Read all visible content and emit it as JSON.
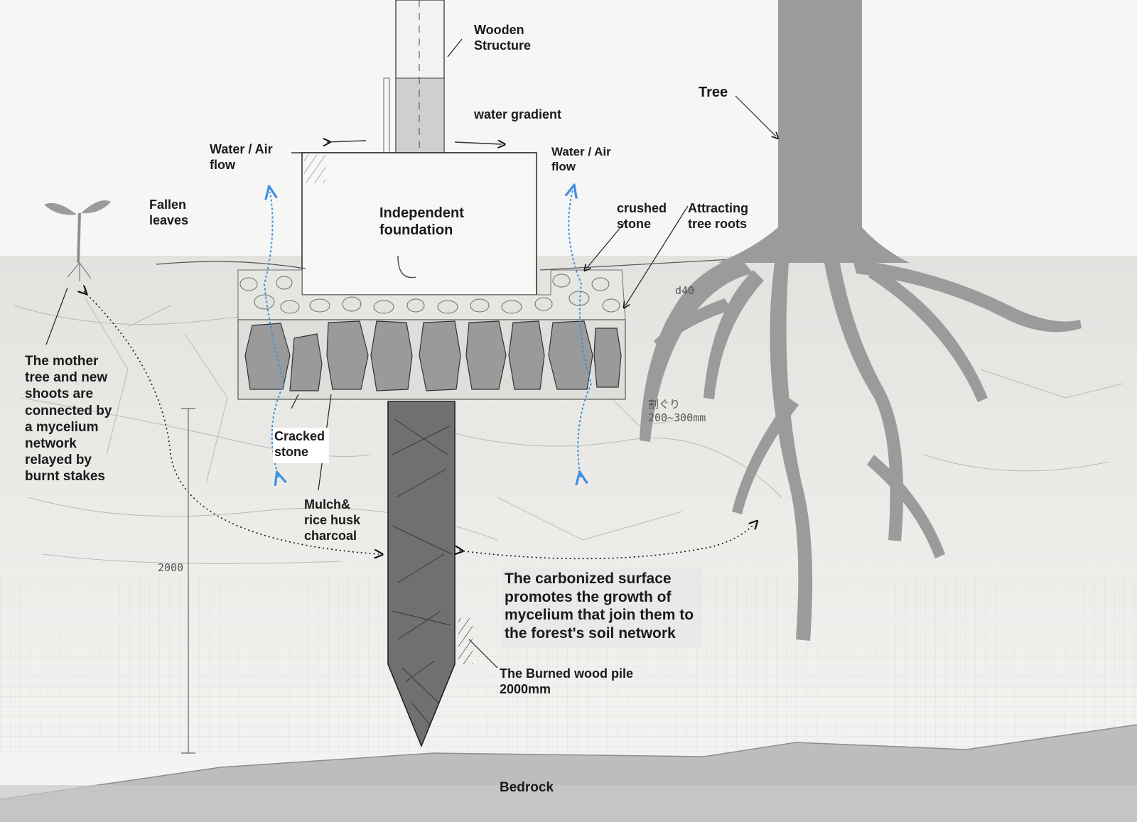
{
  "labels": {
    "wooden_structure": "Wooden\nStructure",
    "water_gradient": "water gradient",
    "tree": "Tree",
    "water_air_flow_left": "Water / Air\nflow",
    "water_air_flow_right": "Water / Air\nflow",
    "independent_foundation": "Independent\nfoundation",
    "fallen_leaves": "Fallen\nleaves",
    "crushed_stone": "crushed\nstone",
    "attracting_tree_roots": "Attracting\ntree roots",
    "mother_tree": "The mother\ntree and new\nshoots are\nconnected by\na mycelium\nnetwork\nrelayed by\nburnt stakes",
    "cracked_stone": "Cracked\nstone",
    "mulch": "Mulch&\nrice husk\ncharcoal",
    "carbonized_surface": "The carbonized surface\npromotes the growth of\nmycelium that join them to\nthe forest's soil network",
    "burned_wood_pile": "The Burned wood pile\n2000mm",
    "bedrock": "Bedrock"
  },
  "handwriting": {
    "dimension_left": "2000",
    "gravel_note": "割ぐり\n200~300mm",
    "depth_note": "d40"
  },
  "colors": {
    "soil": "#e6e5e2",
    "stone": "#9a9a9a",
    "pile": "#6f6f6f",
    "tree": "#999999",
    "bedrock": "#b9b9b9",
    "flow_arrow": "#3d8fe0"
  },
  "icons": [
    "sprout-icon",
    "flow-arrow-icon"
  ]
}
